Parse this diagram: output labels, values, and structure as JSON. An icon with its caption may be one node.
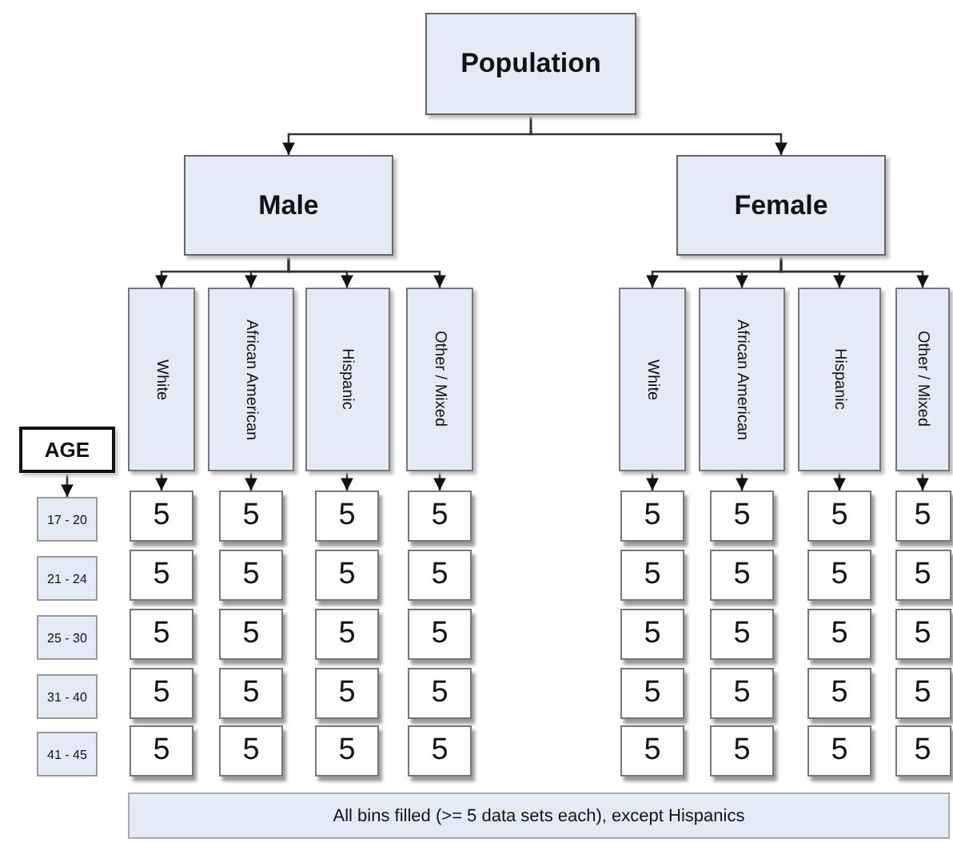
{
  "diagram": {
    "nodes": [
      {
        "text": [
          "Population"
        ]
      },
      {
        "text": [
          "Male"
        ]
      },
      {
        "text": [
          "Female"
        ]
      },
      {
        "text": [
          "White"
        ]
      },
      {
        "text": [
          "African American"
        ]
      },
      {
        "text": [
          "Hispanic"
        ]
      },
      {
        "text": [
          "Other / Mixed"
        ]
      },
      {
        "text": [
          "White"
        ]
      },
      {
        "text": [
          "African American"
        ]
      },
      {
        "text": [
          "Hispanic"
        ]
      },
      {
        "text": [
          "Other / Mixed"
        ]
      },
      {
        "text": [
          "AGE"
        ]
      },
      {
        "text": [
          "17 - 20"
        ]
      },
      {
        "text": [
          "5"
        ]
      },
      {
        "text": [
          "5"
        ]
      },
      {
        "text": [
          "5"
        ]
      },
      {
        "text": [
          "5"
        ]
      },
      {
        "text": [
          "5"
        ]
      },
      {
        "text": [
          "5"
        ]
      },
      {
        "text": [
          "5"
        ]
      },
      {
        "text": [
          "5"
        ]
      },
      {
        "text": [
          "21 - 24"
        ]
      },
      {
        "text": [
          "5"
        ]
      },
      {
        "text": [
          "5"
        ]
      },
      {
        "text": [
          "5"
        ]
      },
      {
        "text": [
          "5"
        ]
      },
      {
        "text": [
          "5"
        ]
      },
      {
        "text": [
          "5"
        ]
      },
      {
        "text": [
          "5"
        ]
      },
      {
        "text": [
          "5"
        ]
      },
      {
        "text": [
          "25 - 30"
        ]
      },
      {
        "text": [
          "5"
        ]
      },
      {
        "text": [
          "5"
        ]
      },
      {
        "text": [
          "5"
        ]
      },
      {
        "text": [
          "5"
        ]
      },
      {
        "text": [
          "5"
        ]
      },
      {
        "text": [
          "5"
        ]
      },
      {
        "text": [
          "5"
        ]
      },
      {
        "text": [
          "5"
        ]
      },
      {
        "text": [
          "31 - 40"
        ]
      },
      {
        "text": [
          "5"
        ]
      },
      {
        "text": [
          "5"
        ]
      },
      {
        "text": [
          "5"
        ]
      },
      {
        "text": [
          "5"
        ]
      },
      {
        "text": [
          "5"
        ]
      },
      {
        "text": [
          "5"
        ]
      },
      {
        "text": [
          "5"
        ]
      },
      {
        "text": [
          "5"
        ]
      },
      {
        "text": [
          "41 - 45"
        ]
      },
      {
        "text": [
          "5"
        ]
      },
      {
        "text": [
          "5"
        ]
      },
      {
        "text": [
          "5"
        ]
      },
      {
        "text": [
          "5"
        ]
      },
      {
        "text": [
          "5"
        ]
      },
      {
        "text": [
          "5"
        ]
      },
      {
        "text": [
          "5"
        ]
      },
      {
        "text": [
          "5"
        ]
      },
      {
        "text": [
          "All bins filled (>= 5 data sets each), except Hispanics"
        ]
      }
    ],
    "edges": [
      {
        "from": 0,
        "to": 1,
        "arrow": "to"
      },
      {
        "from": 0,
        "to": 2,
        "arrow": "to"
      },
      {
        "from": 1,
        "to": 3,
        "arrow": "to"
      },
      {
        "from": 1,
        "to": 4,
        "arrow": "to"
      },
      {
        "from": 1,
        "to": 5,
        "arrow": "to"
      },
      {
        "from": 1,
        "to": 6,
        "arrow": "to"
      },
      {
        "from": 2,
        "to": 7,
        "arrow": "to"
      },
      {
        "from": 2,
        "to": 8,
        "arrow": "to"
      },
      {
        "from": 2,
        "to": 9,
        "arrow": "to"
      },
      {
        "from": 2,
        "to": 10,
        "arrow": "to"
      },
      {
        "from": 3,
        "to": 13,
        "arrow": "to"
      },
      {
        "from": 4,
        "to": 14,
        "arrow": "to"
      },
      {
        "from": 5,
        "to": 15,
        "arrow": "to"
      },
      {
        "from": 6,
        "to": 16,
        "arrow": "to"
      },
      {
        "from": 7,
        "to": 17,
        "arrow": "to"
      },
      {
        "from": 8,
        "to": 18,
        "arrow": "to"
      },
      {
        "from": 9,
        "to": 19,
        "arrow": "to"
      },
      {
        "from": 10,
        "to": 20,
        "arrow": "to"
      },
      {
        "from": 11,
        "to": 12,
        "arrow": "to"
      }
    ]
  }
}
